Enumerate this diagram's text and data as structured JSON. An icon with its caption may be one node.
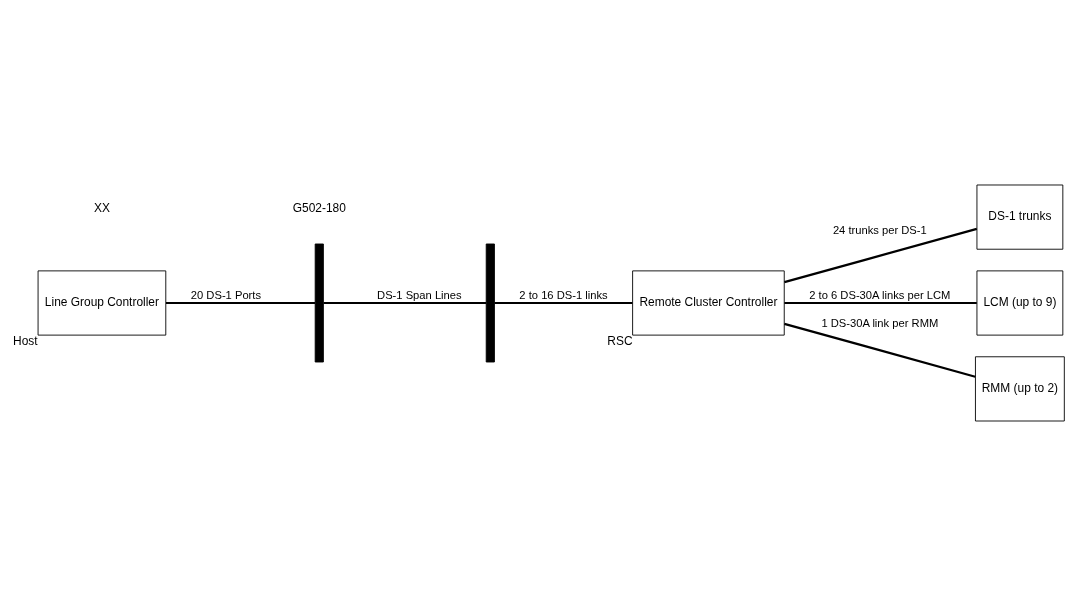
{
  "diagram": {
    "nodes": [
      {
        "text": [
          "Line Group Controller"
        ],
        "beside": [
          "Host"
        ]
      },
      {
        "text": [],
        "shape": "bar"
      },
      {
        "text": [],
        "shape": "bar"
      },
      {
        "text": [
          "Remote Cluster Controller"
        ],
        "beside": [
          "RSC"
        ]
      },
      {
        "text": [
          "DS-1 trunks"
        ]
      },
      {
        "text": [
          "LCM (up to 9)"
        ]
      },
      {
        "text": [
          "RMM (up to 2)"
        ]
      }
    ],
    "edges": [
      {
        "from": 0,
        "to": 1,
        "arrow": "none",
        "label": "20 DS-1 Ports"
      },
      {
        "from": 1,
        "to": 2,
        "arrow": "none",
        "label": "DS-1 Span Lines"
      },
      {
        "from": 2,
        "to": 3,
        "arrow": "none",
        "label": "2 to 16 DS-1 links"
      },
      {
        "from": 3,
        "to": 4,
        "arrow": "none",
        "label": "24 trunks per DS-1"
      },
      {
        "from": 3,
        "to": 5,
        "arrow": "none",
        "label": "2 to 6 DS-30A links per LCM"
      },
      {
        "from": 3,
        "to": 6,
        "arrow": "none",
        "label": "1 DS-30A link per RMM"
      }
    ],
    "labels": [
      "XX",
      "G502-180"
    ]
  }
}
